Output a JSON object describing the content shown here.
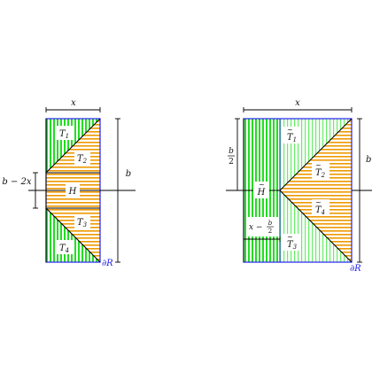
{
  "left_figure": {
    "labels": {
      "x": "x",
      "b": "b",
      "b_minus_2x": "b − 2x",
      "T1": "T",
      "T1_sub": "1",
      "T2": "T",
      "T2_sub": "2",
      "H": "H",
      "T3": "T",
      "T3_sub": "3",
      "T4": "T",
      "T4_sub": "4",
      "boundary": "∂R"
    }
  },
  "right_figure": {
    "labels": {
      "x": "x",
      "b_top": "b",
      "b_bottom": "2",
      "b_right": "b",
      "x_minus": "x −",
      "x_minus_b": "b",
      "x_minus_2": "2",
      "T1": "T",
      "T1_sub": "1",
      "T2": "T",
      "T2_sub": "2",
      "H": "H",
      "T3": "T",
      "T3_sub": "3",
      "T4": "T",
      "T4_sub": "4",
      "boundary": "∂R"
    }
  },
  "colors": {
    "green": "#22dd22",
    "orange": "#ee9900",
    "blue": "#2222ee",
    "black": "#000000"
  }
}
